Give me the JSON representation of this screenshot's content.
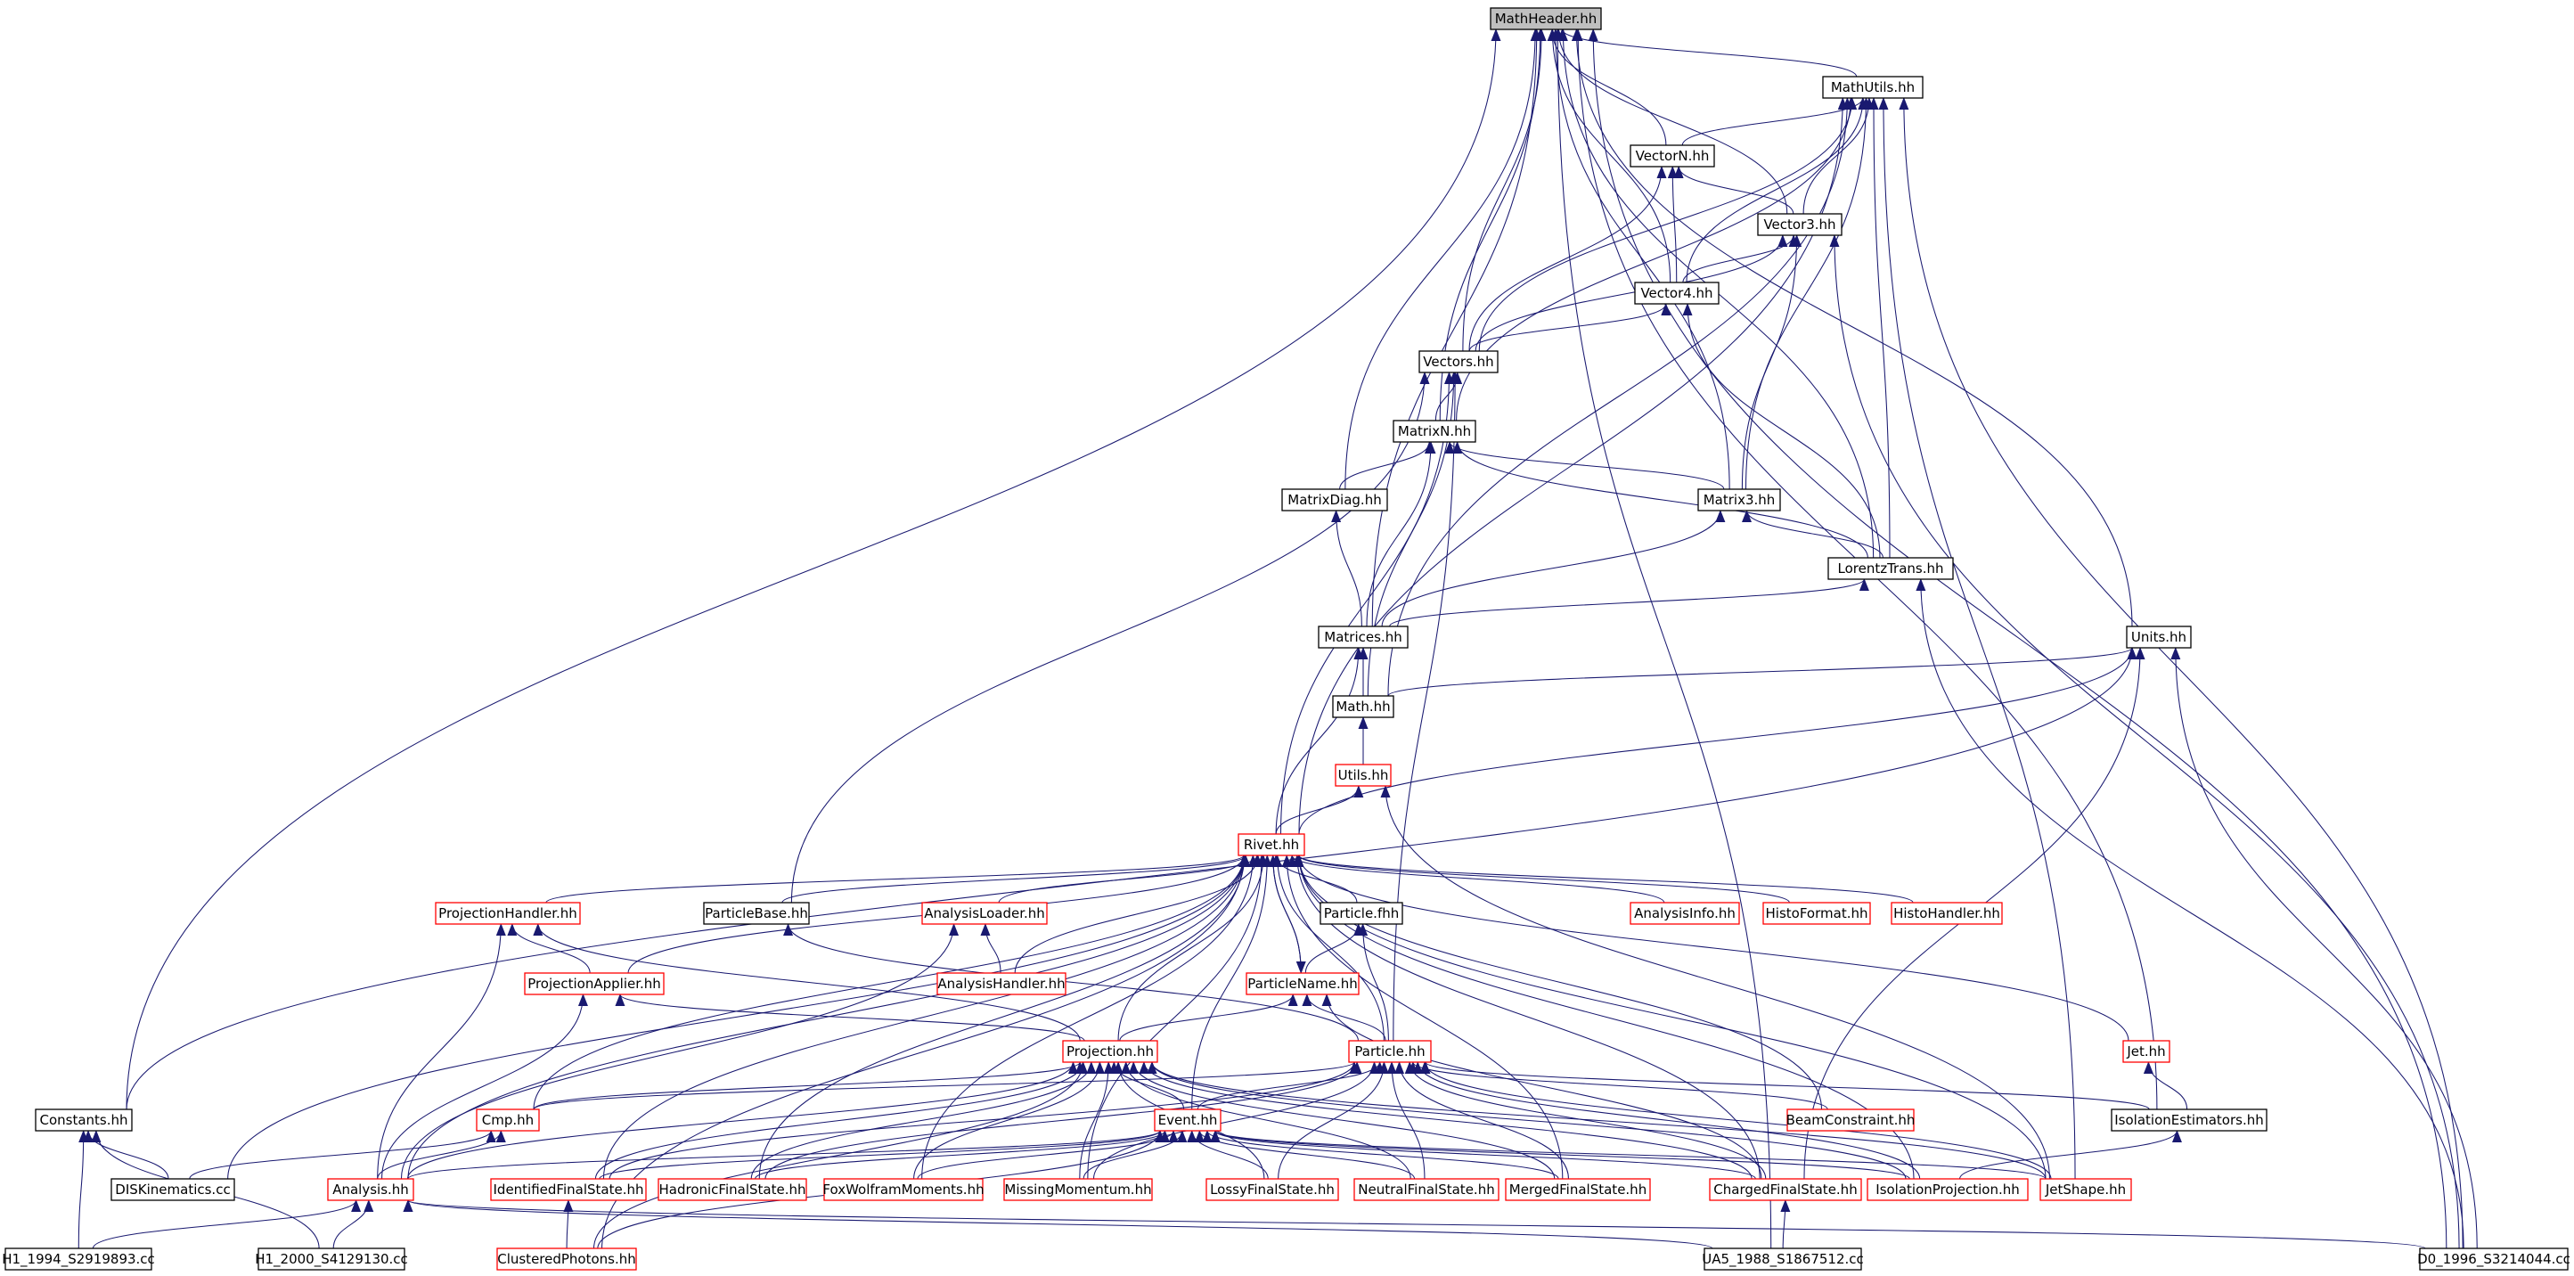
{
  "colors": {
    "edge": "#191970",
    "text": "#000000",
    "box_border": "#000000",
    "box_border_red": "#ff0000",
    "root_fill": "#bfbfbf",
    "node_fill": "#ffffff"
  },
  "nodes": [
    {
      "id": "MathHeader",
      "label": "MathHeader.hh",
      "border": "black",
      "root": true
    },
    {
      "id": "MathUtils",
      "label": "MathUtils.hh",
      "border": "black"
    },
    {
      "id": "VectorN",
      "label": "VectorN.hh",
      "border": "black"
    },
    {
      "id": "Vector3",
      "label": "Vector3.hh",
      "border": "black"
    },
    {
      "id": "Vector4",
      "label": "Vector4.hh",
      "border": "black"
    },
    {
      "id": "Vectors",
      "label": "Vectors.hh",
      "border": "black"
    },
    {
      "id": "MatrixN",
      "label": "MatrixN.hh",
      "border": "black"
    },
    {
      "id": "MatrixDiag",
      "label": "MatrixDiag.hh",
      "border": "black"
    },
    {
      "id": "Matrix3",
      "label": "Matrix3.hh",
      "border": "black"
    },
    {
      "id": "LorentzTrans",
      "label": "LorentzTrans.hh",
      "border": "black"
    },
    {
      "id": "Matrices",
      "label": "Matrices.hh",
      "border": "black"
    },
    {
      "id": "Units",
      "label": "Units.hh",
      "border": "black"
    },
    {
      "id": "Math",
      "label": "Math.hh",
      "border": "black"
    },
    {
      "id": "Utils",
      "label": "Utils.hh",
      "border": "red"
    },
    {
      "id": "Rivet",
      "label": "Rivet.hh",
      "border": "red"
    },
    {
      "id": "ProjectionHandler",
      "label": "ProjectionHandler.hh",
      "border": "red"
    },
    {
      "id": "ParticleBase",
      "label": "ParticleBase.hh",
      "border": "black"
    },
    {
      "id": "AnalysisLoader",
      "label": "AnalysisLoader.hh",
      "border": "red"
    },
    {
      "id": "Particlefhh",
      "label": "Particle.fhh",
      "border": "black"
    },
    {
      "id": "AnalysisInfo",
      "label": "AnalysisInfo.hh",
      "border": "red"
    },
    {
      "id": "HistoFormat",
      "label": "HistoFormat.hh",
      "border": "red"
    },
    {
      "id": "HistoHandler",
      "label": "HistoHandler.hh",
      "border": "red"
    },
    {
      "id": "ProjectionApplier",
      "label": "ProjectionApplier.hh",
      "border": "red"
    },
    {
      "id": "AnalysisHandler",
      "label": "AnalysisHandler.hh",
      "border": "red"
    },
    {
      "id": "ParticleName",
      "label": "ParticleName.hh",
      "border": "red"
    },
    {
      "id": "Projection",
      "label": "Projection.hh",
      "border": "red"
    },
    {
      "id": "Particle",
      "label": "Particle.hh",
      "border": "red"
    },
    {
      "id": "Jet",
      "label": "Jet.hh",
      "border": "red"
    },
    {
      "id": "Constants",
      "label": "Constants.hh",
      "border": "black"
    },
    {
      "id": "Cmp",
      "label": "Cmp.hh",
      "border": "red"
    },
    {
      "id": "Event",
      "label": "Event.hh",
      "border": "red"
    },
    {
      "id": "BeamConstraint",
      "label": "BeamConstraint.hh",
      "border": "red"
    },
    {
      "id": "IsolationEstimators",
      "label": "IsolationEstimators.hh",
      "border": "black"
    },
    {
      "id": "DISKinematics",
      "label": "DISKinematics.cc",
      "border": "black"
    },
    {
      "id": "Analysis",
      "label": "Analysis.hh",
      "border": "red"
    },
    {
      "id": "IdentifiedFinalState",
      "label": "IdentifiedFinalState.hh",
      "border": "red"
    },
    {
      "id": "HadronicFinalState",
      "label": "HadronicFinalState.hh",
      "border": "red"
    },
    {
      "id": "FoxWolframMoments",
      "label": "FoxWolframMoments.hh",
      "border": "red"
    },
    {
      "id": "MissingMomentum",
      "label": "MissingMomentum.hh",
      "border": "red"
    },
    {
      "id": "LossyFinalState",
      "label": "LossyFinalState.hh",
      "border": "red"
    },
    {
      "id": "NeutralFinalState",
      "label": "NeutralFinalState.hh",
      "border": "red"
    },
    {
      "id": "MergedFinalState",
      "label": "MergedFinalState.hh",
      "border": "red"
    },
    {
      "id": "ChargedFinalState",
      "label": "ChargedFinalState.hh",
      "border": "red"
    },
    {
      "id": "IsolationProjection",
      "label": "IsolationProjection.hh",
      "border": "red"
    },
    {
      "id": "JetShape",
      "label": "JetShape.hh",
      "border": "red"
    },
    {
      "id": "H1_1994",
      "label": "H1_1994_S2919893.cc",
      "border": "black"
    },
    {
      "id": "H1_2000",
      "label": "H1_2000_S4129130.cc",
      "border": "black"
    },
    {
      "id": "ClusteredPhotons",
      "label": "ClusteredPhotons.hh",
      "border": "red"
    },
    {
      "id": "UA5_1988",
      "label": "UA5_1988_S1867512.cc",
      "border": "black"
    },
    {
      "id": "D0_1996",
      "label": "D0_1996_S3214044.cc",
      "border": "black"
    }
  ],
  "edges": [
    [
      "MathUtils",
      "MathHeader"
    ],
    [
      "VectorN",
      "MathHeader"
    ],
    [
      "Vector3",
      "MathHeader"
    ],
    [
      "Vector4",
      "MathHeader"
    ],
    [
      "Vectors",
      "MathHeader"
    ],
    [
      "MatrixN",
      "MathHeader"
    ],
    [
      "MatrixDiag",
      "MathHeader"
    ],
    [
      "Matrix3",
      "MathHeader"
    ],
    [
      "LorentzTrans",
      "MathHeader"
    ],
    [
      "Matrices",
      "MathHeader"
    ],
    [
      "Units",
      "MathHeader"
    ],
    [
      "Constants",
      "MathHeader"
    ],
    [
      "D0_1996",
      "MathHeader"
    ],
    [
      "UA5_1988",
      "MathHeader"
    ],
    [
      "IsolationEstimators",
      "MathHeader"
    ],
    [
      "VectorN",
      "MathUtils"
    ],
    [
      "Vector3",
      "MathUtils"
    ],
    [
      "Vector4",
      "MathUtils"
    ],
    [
      "Vectors",
      "MathUtils"
    ],
    [
      "MatrixN",
      "MathUtils"
    ],
    [
      "Matrix3",
      "MathUtils"
    ],
    [
      "LorentzTrans",
      "MathUtils"
    ],
    [
      "Math",
      "MathUtils"
    ],
    [
      "Rivet",
      "MathUtils"
    ],
    [
      "JetShape",
      "MathUtils"
    ],
    [
      "D0_1996",
      "MathUtils"
    ],
    [
      "Vector3",
      "VectorN"
    ],
    [
      "Vector4",
      "VectorN"
    ],
    [
      "Vectors",
      "VectorN"
    ],
    [
      "Vector4",
      "Vector3"
    ],
    [
      "Vectors",
      "Vector3"
    ],
    [
      "Matrix3",
      "Vector3"
    ],
    [
      "D0_1996",
      "Vector3"
    ],
    [
      "Vectors",
      "Vector4"
    ],
    [
      "LorentzTrans",
      "Vector4"
    ],
    [
      "MatrixN",
      "Vectors"
    ],
    [
      "Math",
      "Vectors"
    ],
    [
      "Rivet",
      "Vectors"
    ],
    [
      "ParticleBase",
      "Vectors"
    ],
    [
      "Particle",
      "Vectors"
    ],
    [
      "MatrixDiag",
      "MatrixN"
    ],
    [
      "Matrix3",
      "MatrixN"
    ],
    [
      "LorentzTrans",
      "MatrixN"
    ],
    [
      "Matrices",
      "MatrixN"
    ],
    [
      "Matrices",
      "MatrixDiag"
    ],
    [
      "LorentzTrans",
      "Matrix3"
    ],
    [
      "Matrices",
      "Matrix3"
    ],
    [
      "Matrices",
      "LorentzTrans"
    ],
    [
      "D0_1996",
      "LorentzTrans"
    ],
    [
      "Math",
      "Matrices"
    ],
    [
      "Rivet",
      "Matrices"
    ],
    [
      "Math",
      "Units"
    ],
    [
      "Rivet",
      "Units"
    ],
    [
      "Constants",
      "Units"
    ],
    [
      "D0_1996",
      "Units"
    ],
    [
      "ChargedFinalState",
      "Units"
    ],
    [
      "Utils",
      "Math"
    ],
    [
      "Rivet",
      "Utils"
    ],
    [
      "JetShape",
      "Utils"
    ],
    [
      "ProjectionHandler",
      "Rivet"
    ],
    [
      "ParticleBase",
      "Rivet"
    ],
    [
      "AnalysisLoader",
      "Rivet"
    ],
    [
      "Particlefhh",
      "Rivet"
    ],
    [
      "AnalysisInfo",
      "Rivet"
    ],
    [
      "HistoFormat",
      "Rivet"
    ],
    [
      "HistoHandler",
      "Rivet"
    ],
    [
      "ProjectionApplier",
      "Rivet"
    ],
    [
      "AnalysisHandler",
      "Rivet"
    ],
    [
      "ParticleName",
      "Rivet"
    ],
    [
      "Projection",
      "Rivet"
    ],
    [
      "Particle",
      "Rivet"
    ],
    [
      "Jet",
      "Rivet"
    ],
    [
      "Cmp",
      "Rivet"
    ],
    [
      "Event",
      "Rivet"
    ],
    [
      "BeamConstraint",
      "Rivet"
    ],
    [
      "DISKinematics",
      "Rivet"
    ],
    [
      "Analysis",
      "Rivet"
    ],
    [
      "IdentifiedFinalState",
      "Rivet"
    ],
    [
      "HadronicFinalState",
      "Rivet"
    ],
    [
      "FoxWolframMoments",
      "Rivet"
    ],
    [
      "MissingMomentum",
      "Rivet"
    ],
    [
      "MergedFinalState",
      "Rivet"
    ],
    [
      "ChargedFinalState",
      "Rivet"
    ],
    [
      "IsolationProjection",
      "Rivet"
    ],
    [
      "JetShape",
      "Rivet"
    ],
    [
      "ClusteredPhotons",
      "Rivet"
    ],
    [
      "Rivet",
      "ParticleName"
    ],
    [
      "ProjectionApplier",
      "ProjectionHandler"
    ],
    [
      "Projection",
      "ProjectionHandler"
    ],
    [
      "Analysis",
      "ProjectionHandler"
    ],
    [
      "Particle",
      "ParticleBase"
    ],
    [
      "AnalysisHandler",
      "AnalysisLoader"
    ],
    [
      "Analysis",
      "AnalysisLoader"
    ],
    [
      "ParticleName",
      "Particlefhh"
    ],
    [
      "Particle",
      "Particlefhh"
    ],
    [
      "Projection",
      "ProjectionApplier"
    ],
    [
      "Analysis",
      "ProjectionApplier"
    ],
    [
      "Projection",
      "ParticleName"
    ],
    [
      "Particle",
      "ParticleName"
    ],
    [
      "ChargedFinalState",
      "ParticleName"
    ],
    [
      "Cmp",
      "Projection"
    ],
    [
      "Event",
      "Projection"
    ],
    [
      "Analysis",
      "Projection"
    ],
    [
      "IdentifiedFinalState",
      "Projection"
    ],
    [
      "HadronicFinalState",
      "Projection"
    ],
    [
      "FoxWolframMoments",
      "Projection"
    ],
    [
      "MissingMomentum",
      "Projection"
    ],
    [
      "LossyFinalState",
      "Projection"
    ],
    [
      "NeutralFinalState",
      "Projection"
    ],
    [
      "MergedFinalState",
      "Projection"
    ],
    [
      "ChargedFinalState",
      "Projection"
    ],
    [
      "IsolationProjection",
      "Projection"
    ],
    [
      "JetShape",
      "Projection"
    ],
    [
      "ClusteredPhotons",
      "Projection"
    ],
    [
      "Cmp",
      "Particle"
    ],
    [
      "Event",
      "Particle"
    ],
    [
      "BeamConstraint",
      "Particle"
    ],
    [
      "IsolationEstimators",
      "Particle"
    ],
    [
      "IdentifiedFinalState",
      "Particle"
    ],
    [
      "HadronicFinalState",
      "Particle"
    ],
    [
      "MissingMomentum",
      "Particle"
    ],
    [
      "LossyFinalState",
      "Particle"
    ],
    [
      "NeutralFinalState",
      "Particle"
    ],
    [
      "MergedFinalState",
      "Particle"
    ],
    [
      "ChargedFinalState",
      "Particle"
    ],
    [
      "IsolationProjection",
      "Particle"
    ],
    [
      "JetShape",
      "Particle"
    ],
    [
      "IsolationEstimators",
      "Jet"
    ],
    [
      "DISKinematics",
      "Constants"
    ],
    [
      "H1_1994",
      "Constants"
    ],
    [
      "H1_2000",
      "Constants"
    ],
    [
      "DISKinematics",
      "Cmp"
    ],
    [
      "Analysis",
      "Cmp"
    ],
    [
      "Analysis",
      "Event"
    ],
    [
      "IdentifiedFinalState",
      "Event"
    ],
    [
      "HadronicFinalState",
      "Event"
    ],
    [
      "FoxWolframMoments",
      "Event"
    ],
    [
      "MissingMomentum",
      "Event"
    ],
    [
      "LossyFinalState",
      "Event"
    ],
    [
      "NeutralFinalState",
      "Event"
    ],
    [
      "MergedFinalState",
      "Event"
    ],
    [
      "ChargedFinalState",
      "Event"
    ],
    [
      "IsolationProjection",
      "Event"
    ],
    [
      "JetShape",
      "Event"
    ],
    [
      "ClusteredPhotons",
      "Event"
    ],
    [
      "IsolationProjection",
      "IsolationEstimators"
    ],
    [
      "H1_1994",
      "Analysis"
    ],
    [
      "H1_2000",
      "Analysis"
    ],
    [
      "UA5_1988",
      "Analysis"
    ],
    [
      "D0_1996",
      "Analysis"
    ],
    [
      "ClusteredPhotons",
      "IdentifiedFinalState"
    ],
    [
      "UA5_1988",
      "ChargedFinalState"
    ]
  ]
}
